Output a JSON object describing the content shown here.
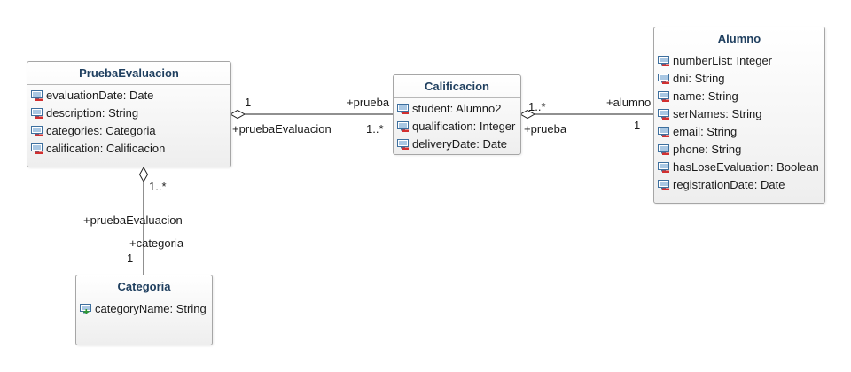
{
  "classes": {
    "prueba_evaluacion": {
      "name": "PruebaEvaluacion",
      "attributes": [
        "evaluationDate: Date",
        "description: String",
        "categories: Categoria",
        "calification: Calificacion"
      ]
    },
    "calificacion": {
      "name": "Calificacion",
      "attributes": [
        "student: Alumno2",
        "qualification: Integer",
        "deliveryDate: Date"
      ]
    },
    "alumno": {
      "name": "Alumno",
      "attributes": [
        "numberList: Integer",
        "dni: String",
        "name: String",
        "serNames: String",
        "email: String",
        "phone: String",
        "hasLoseEvaluation: Boolean",
        "registrationDate: Date"
      ]
    },
    "categoria": {
      "name": "Categoria",
      "attributes": [
        "categoryName: String"
      ]
    }
  },
  "associations": {
    "pe_cal": {
      "pe_mult": "1",
      "pe_role": "+pruebaEvaluacion",
      "cal_role": "+prueba",
      "cal_mult": "1..*"
    },
    "cal_alu": {
      "cal_mult": "1..*",
      "cal_role": "+prueba",
      "alu_role": "+alumno",
      "alu_mult": "1"
    },
    "pe_cat": {
      "pe_mult": "1..*",
      "pe_role": "+pruebaEvaluacion",
      "cat_role": "+categoria",
      "cat_mult": "1"
    }
  },
  "icons": {
    "private": "private-attribute-icon",
    "public": "public-attribute-icon"
  },
  "colors": {
    "class_name": "#1f3f5f",
    "private_marker": "#d23030",
    "public_marker": "#2e9a2e",
    "icon_blue": "#3d6f9e"
  }
}
